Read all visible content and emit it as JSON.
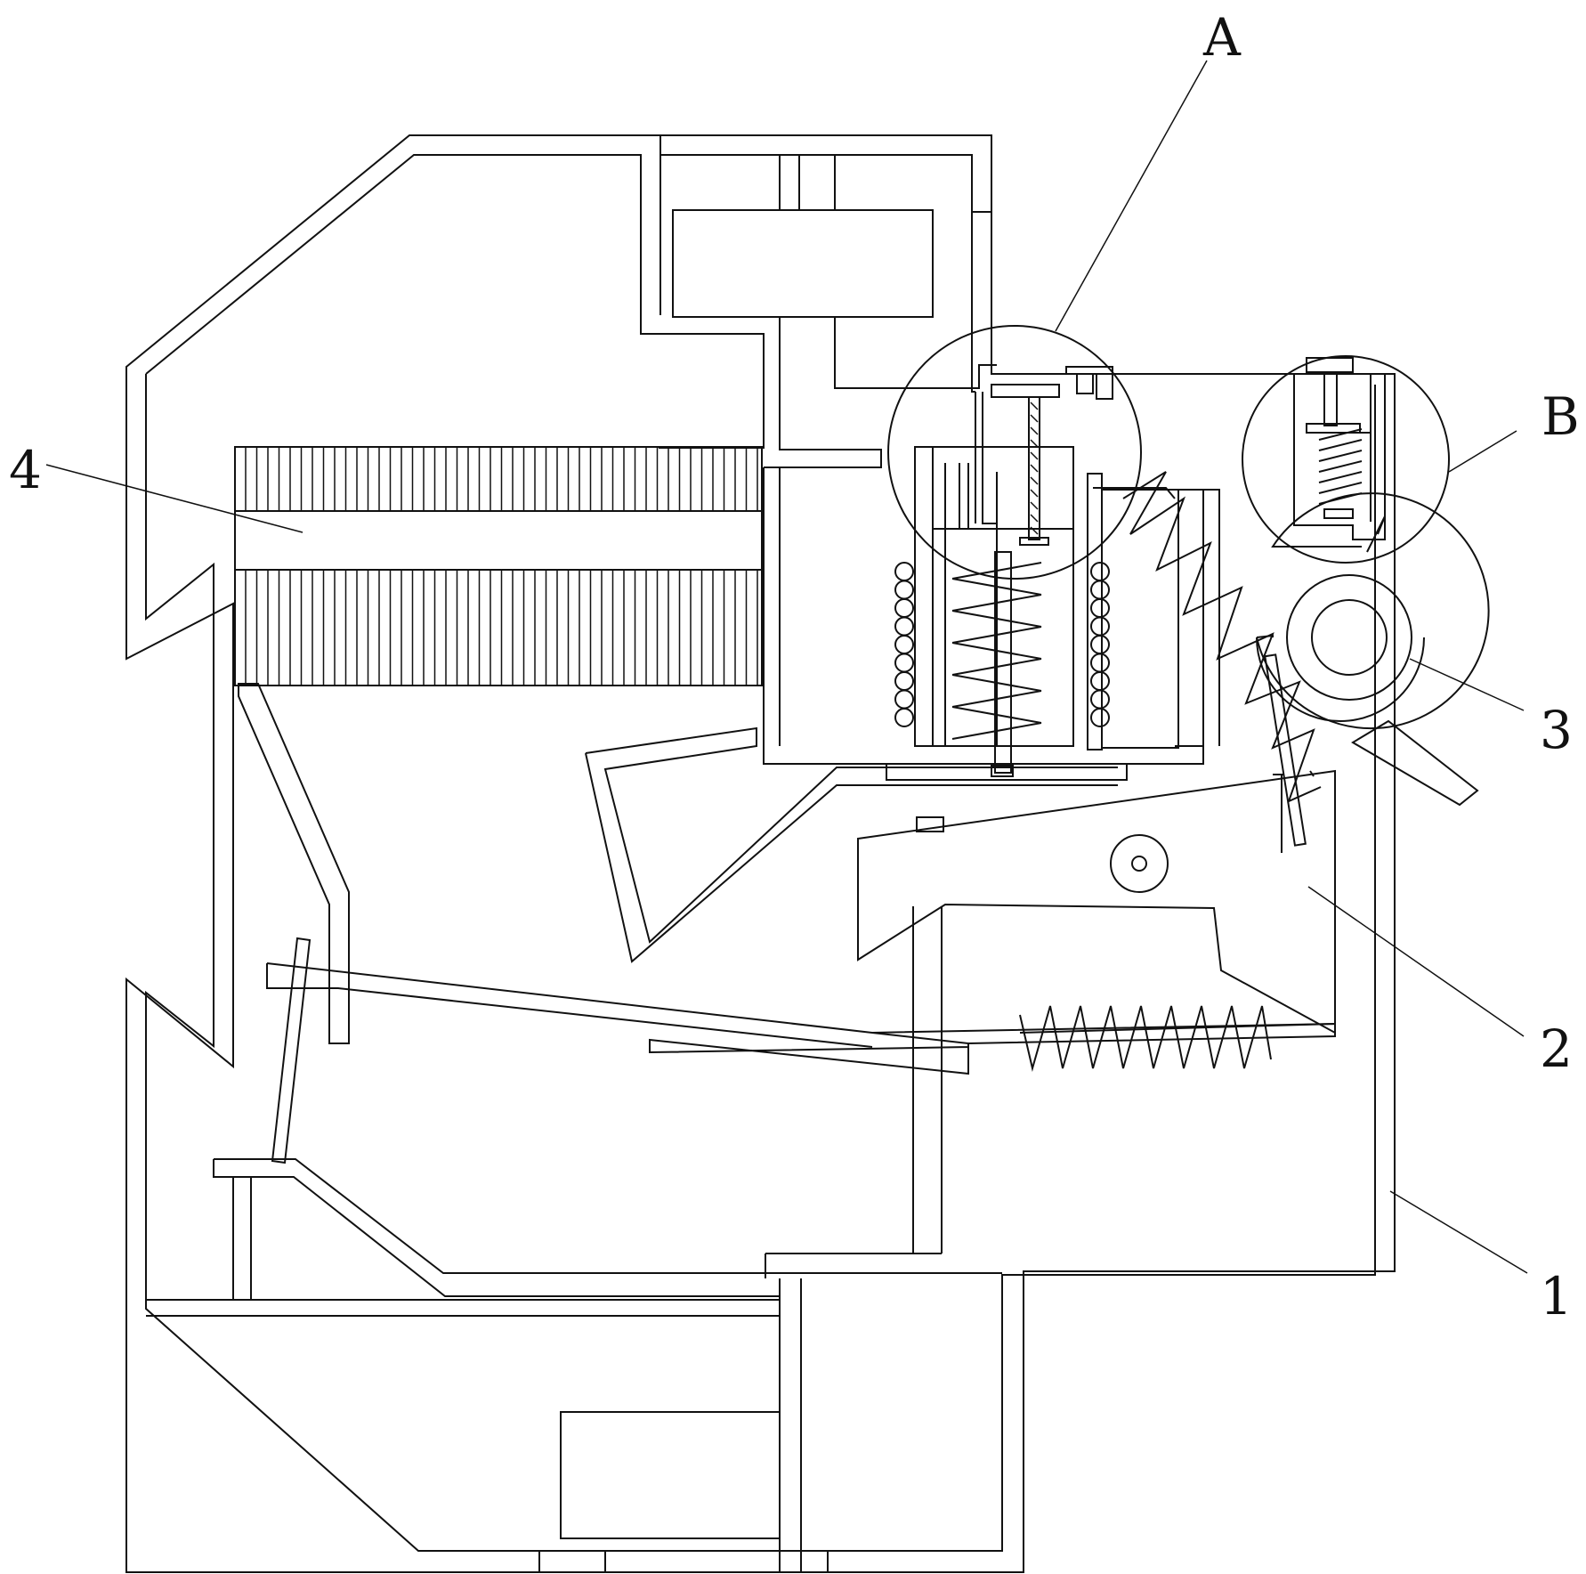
{
  "figure": {
    "labels": {
      "detail_a": "A",
      "detail_b": "B",
      "part_1": "1",
      "part_2": "2",
      "part_3": "3",
      "part_4": "4"
    }
  }
}
